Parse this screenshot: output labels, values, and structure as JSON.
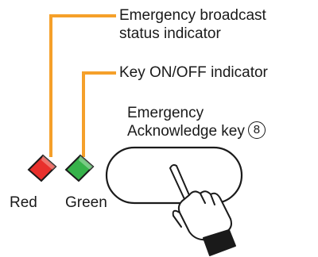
{
  "labels": {
    "broadcast_line1": "Emergency broadcast",
    "broadcast_line2": "status indicator",
    "key_indicator": "Key ON/OFF indicator",
    "ack_line1": "Emergency",
    "ack_line2": "Acknowledge key",
    "ack_number": "8",
    "red": "Red",
    "green": "Green"
  },
  "colors": {
    "leader_line": "#f5a02a",
    "red_led": "#e8302c",
    "green_led": "#36b24a",
    "outline": "#1a1a1a"
  },
  "icons": {
    "hand": "pointing-hand-icon"
  }
}
